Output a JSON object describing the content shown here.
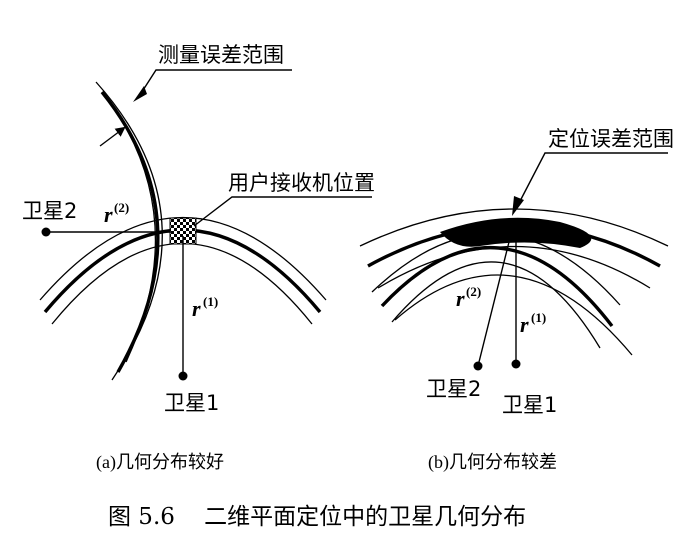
{
  "panel_a": {
    "label_error_range": "测量误差范围",
    "label_receiver": "用户接收机位置",
    "sat2": "卫星2",
    "sat1": "卫星1",
    "r2": "r",
    "r2_sup": "(2)",
    "r1": "r",
    "r1_sup": "(1)",
    "caption": "(a)几何分布较好"
  },
  "panel_b": {
    "label_error_range": "定位误差范围",
    "sat2": "卫星2",
    "sat1": "卫星1",
    "r2": "r",
    "r2_sup": "(2)",
    "r1": "r",
    "r1_sup": "(1)",
    "caption": "(b)几何分布较差"
  },
  "figure_title": "图 5.6    二维平面定位中的卫星几何分布"
}
